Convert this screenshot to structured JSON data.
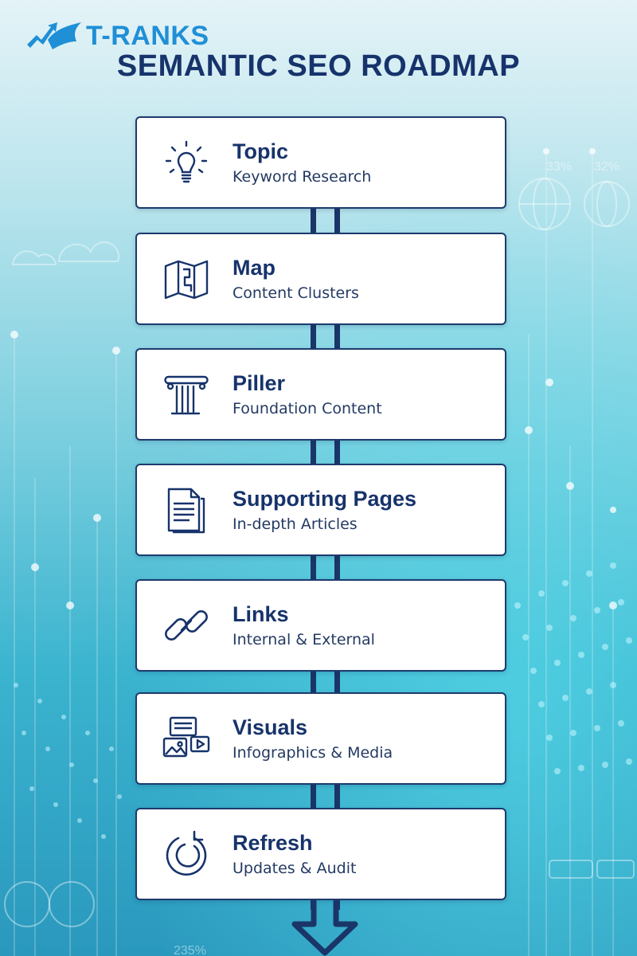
{
  "brand": {
    "name": "T-RANKS",
    "color": "#1f8fd6"
  },
  "page_title": "SEMANTIC SEO ROADMAP",
  "colors": {
    "navy": "#17336b",
    "card_border": "#1d3a6c",
    "card_bg": "#ffffff"
  },
  "steps": [
    {
      "title": "Topic",
      "subtitle": "Keyword Research",
      "icon": "lightbulb-icon"
    },
    {
      "title": "Map",
      "subtitle": "Content Clusters",
      "icon": "map-icon"
    },
    {
      "title": "Piller",
      "subtitle": "Foundation Content",
      "icon": "pillar-icon"
    },
    {
      "title": "Supporting Pages",
      "subtitle": "In-depth Articles",
      "icon": "document-icon"
    },
    {
      "title": "Links",
      "subtitle": "Internal & External",
      "icon": "chain-link-icon"
    },
    {
      "title": "Visuals",
      "subtitle": "Infographics & Media",
      "icon": "media-icon"
    },
    {
      "title": "Refresh",
      "subtitle": "Updates & Audit",
      "icon": "refresh-icon"
    }
  ],
  "background_labels": [
    "33%",
    "32%",
    "235%"
  ]
}
